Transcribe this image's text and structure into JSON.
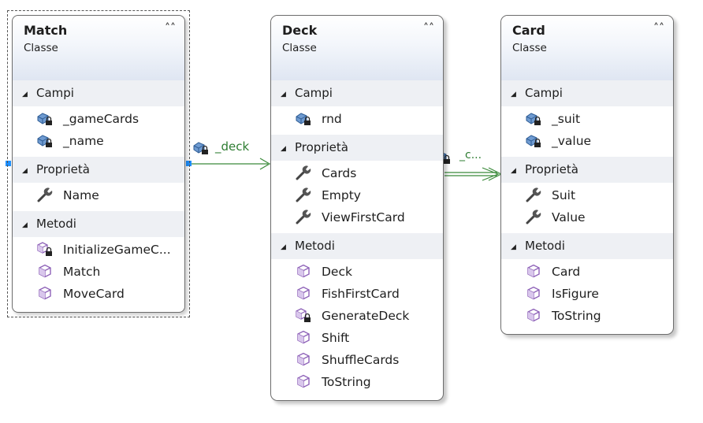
{
  "classes": {
    "match": {
      "name": "Match",
      "kind": "Classe",
      "sections": {
        "fields": {
          "label": "Campi",
          "items": [
            {
              "name": "_gameCards",
              "icon": "private-field-icon"
            },
            {
              "name": "_name",
              "icon": "private-field-icon"
            }
          ]
        },
        "properties": {
          "label": "Proprietà",
          "items": [
            {
              "name": "Name",
              "icon": "property-wrench-icon"
            }
          ]
        },
        "methods": {
          "label": "Metodi",
          "items": [
            {
              "name": "InitializeGameC...",
              "icon": "private-method-icon"
            },
            {
              "name": "Match",
              "icon": "public-method-icon"
            },
            {
              "name": "MoveCard",
              "icon": "public-method-icon"
            }
          ]
        }
      }
    },
    "deck": {
      "name": "Deck",
      "kind": "Classe",
      "sections": {
        "fields": {
          "label": "Campi",
          "items": [
            {
              "name": "rnd",
              "icon": "private-field-icon"
            }
          ]
        },
        "properties": {
          "label": "Proprietà",
          "items": [
            {
              "name": "Cards",
              "icon": "property-wrench-icon"
            },
            {
              "name": "Empty",
              "icon": "property-wrench-icon"
            },
            {
              "name": "ViewFirstCard",
              "icon": "property-wrench-icon"
            }
          ]
        },
        "methods": {
          "label": "Metodi",
          "items": [
            {
              "name": "Deck",
              "icon": "public-method-icon"
            },
            {
              "name": "FishFirstCard",
              "icon": "public-method-icon"
            },
            {
              "name": "GenerateDeck",
              "icon": "private-method-icon"
            },
            {
              "name": "Shift",
              "icon": "public-method-icon"
            },
            {
              "name": "ShuffleCards",
              "icon": "public-method-icon"
            },
            {
              "name": "ToString",
              "icon": "public-method-icon"
            }
          ]
        }
      }
    },
    "card": {
      "name": "Card",
      "kind": "Classe",
      "sections": {
        "fields": {
          "label": "Campi",
          "items": [
            {
              "name": "_suit",
              "icon": "private-field-icon"
            },
            {
              "name": "_value",
              "icon": "private-field-icon"
            }
          ]
        },
        "properties": {
          "label": "Proprietà",
          "items": [
            {
              "name": "Suit",
              "icon": "property-wrench-icon"
            },
            {
              "name": "Value",
              "icon": "property-wrench-icon"
            }
          ]
        },
        "methods": {
          "label": "Metodi",
          "items": [
            {
              "name": "Card",
              "icon": "public-method-icon"
            },
            {
              "name": "IsFigure",
              "icon": "public-method-icon"
            },
            {
              "name": "ToString",
              "icon": "public-method-icon"
            }
          ]
        }
      }
    }
  },
  "associations": {
    "match_deck": {
      "label": "_deck",
      "icon": "private-field-icon"
    },
    "deck_card": {
      "label": "_c...",
      "icon": "private-field-icon"
    }
  },
  "colors": {
    "connector": "#3a8a3a",
    "selection_handle": "#1e90ff",
    "section_header_bg": "#eef0f4",
    "method_icon": "#9b6fc0",
    "field_icon": "#4a78b0"
  }
}
